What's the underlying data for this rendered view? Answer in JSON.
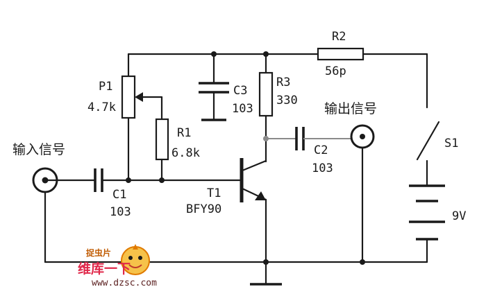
{
  "labels": {
    "input_signal": "输入信号",
    "output_signal": "输出信号",
    "r2_name": "R2",
    "r2_value": "56p",
    "p1_name": "P1",
    "p1_value": "4.7k",
    "c3_name": "C3",
    "c3_value": "103",
    "r3_name": "R3",
    "r3_value": "330",
    "r1_name": "R1",
    "r1_value": "6.8k",
    "c1_name": "C1",
    "c1_value": "103",
    "c2_name": "C2",
    "c2_value": "103",
    "t1_name": "T1",
    "t1_value": "BFY90",
    "s1_name": "S1",
    "battery_value": "9V"
  },
  "watermark": {
    "badge_text": "捉虫片",
    "brand_text": "维库一下",
    "url": "www.dzsc.com",
    "accent": "#e0284a"
  },
  "colors": {
    "ink": "#1a1a1a",
    "background": "#ffffff"
  }
}
